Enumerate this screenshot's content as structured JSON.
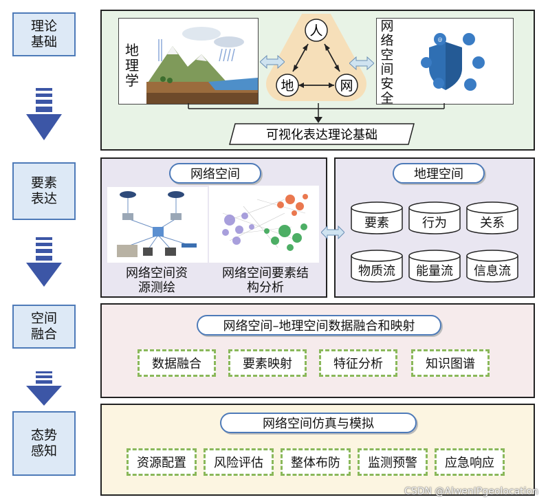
{
  "stages": [
    "理论基础",
    "要素表达",
    "空间融合",
    "态势感知"
  ],
  "theory": {
    "geography_label": "地理学",
    "security_label": "网络空间安全",
    "triangle": {
      "top": "人",
      "left": "地",
      "right": "网"
    },
    "foundation": "可视化表达理论基础"
  },
  "elements": {
    "cyber_title": "网络空间",
    "cyber_captions": [
      "网络空间资源测绘",
      "网络空间要素结构分析"
    ],
    "geo_title": "地理空间",
    "geo_items": [
      "要素",
      "行为",
      "关系",
      "物质流",
      "能量流",
      "信息流"
    ]
  },
  "fusion": {
    "title": "网络空间–地理空间数据融合和映射",
    "items": [
      "数据融合",
      "要素映射",
      "特征分析",
      "知识图谱"
    ]
  },
  "awareness": {
    "title": "网络空间仿真与模拟",
    "items": [
      "资源配置",
      "风险评估",
      "整体布防",
      "监测预警",
      "应急响应"
    ]
  },
  "watermark": "CSDN @AlwenIPgeolocation",
  "colors": {
    "stage_fill": "#dde9f6",
    "stage_border": "#4d7ab8",
    "arrow": "#3c56a6",
    "theory_bg": "#e8f3e6",
    "elements_bg": "#e9e6f1",
    "fusion_bg": "#f6ebec",
    "awareness_bg": "#fcf5e1",
    "dash": "#8ab85a"
  }
}
